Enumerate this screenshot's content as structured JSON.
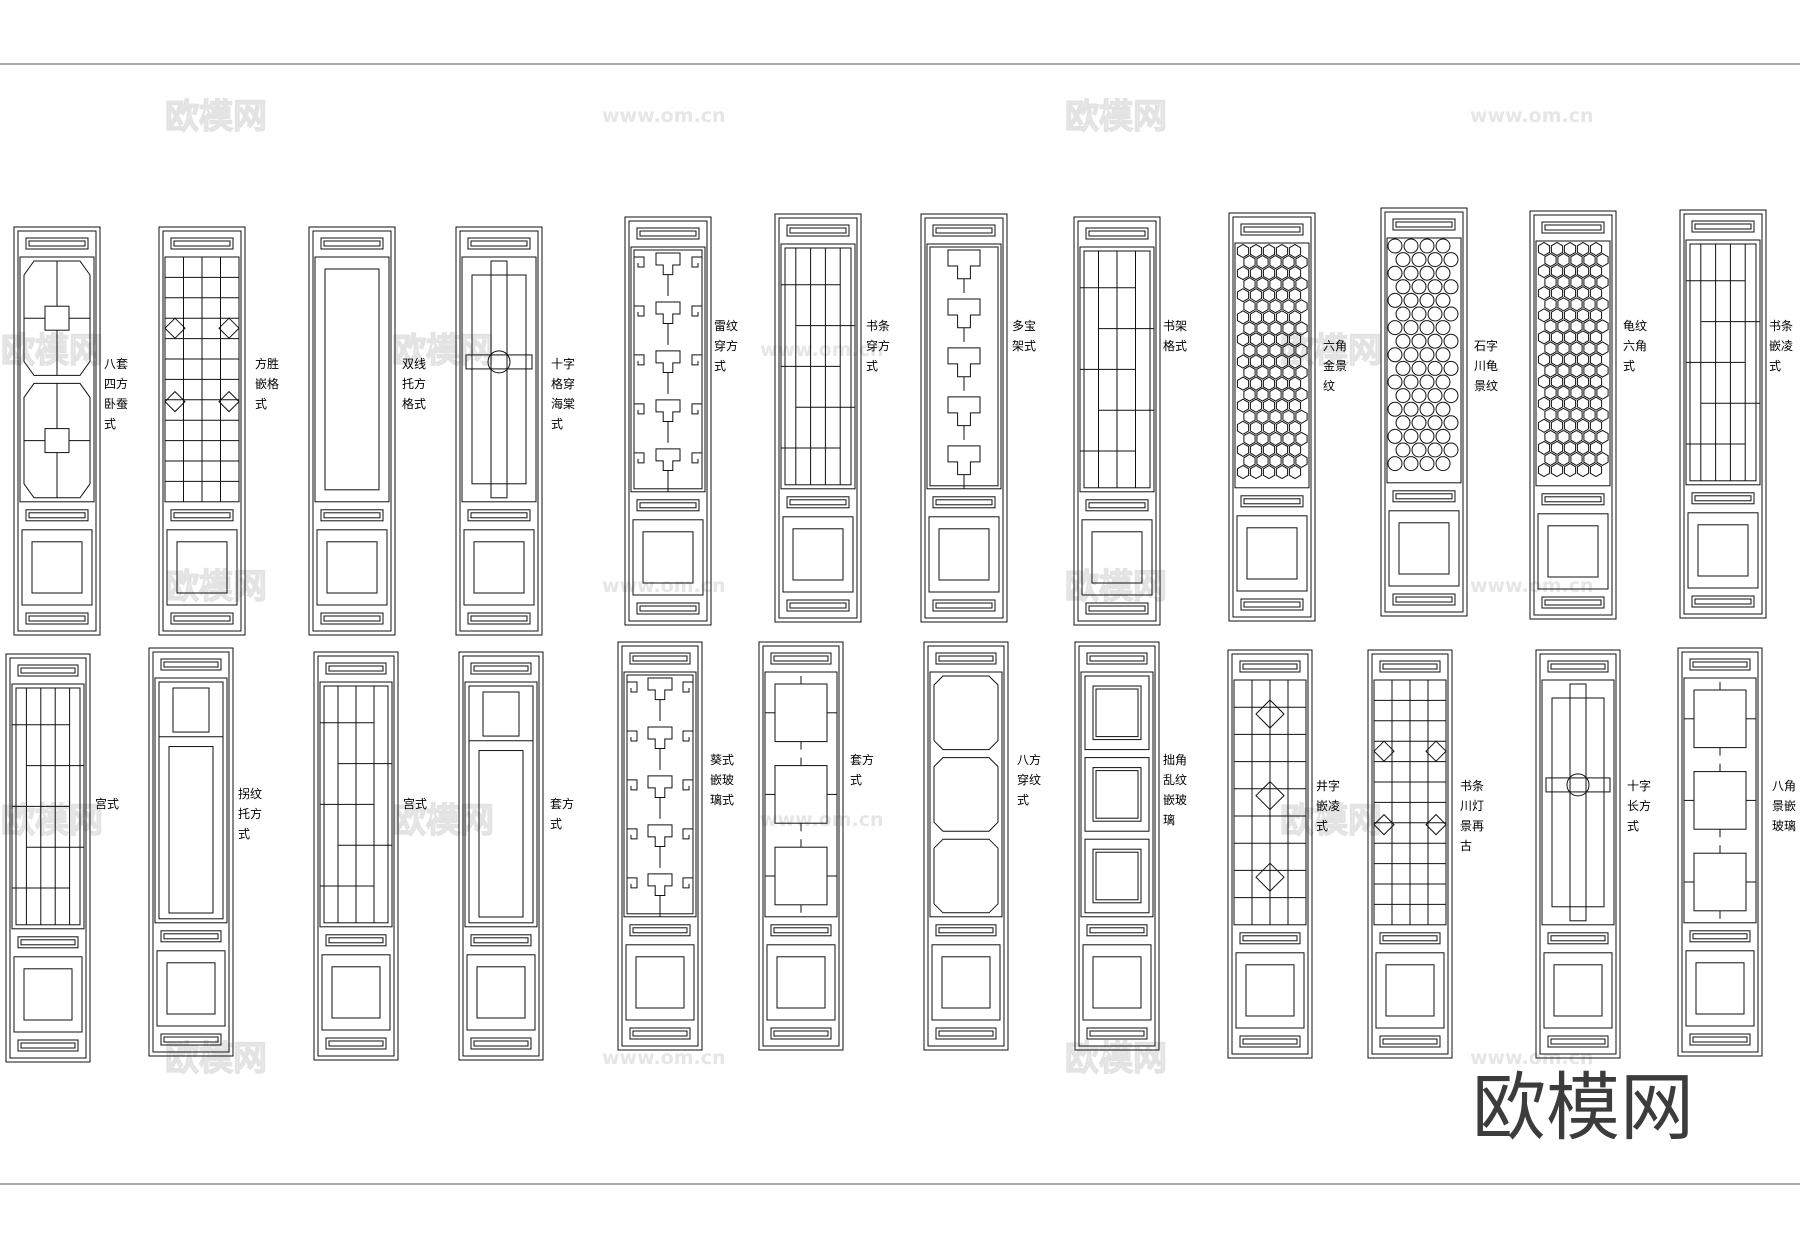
{
  "watermark": {
    "site_name": "欧模网",
    "url": "www.om.cn"
  },
  "logo_text": "欧模网",
  "panels": [
    {
      "id": 1,
      "style": "ring",
      "label": [
        "八套",
        "四方",
        "卧蚕",
        "式"
      ]
    },
    {
      "id": 2,
      "style": "grid",
      "label": [
        "方胜",
        "嵌格",
        "式"
      ]
    },
    {
      "id": 3,
      "style": "plain",
      "label": [
        "双线",
        "托方",
        "格式"
      ]
    },
    {
      "id": 4,
      "style": "cross",
      "label": [
        "十字",
        "格穿",
        "海棠",
        "式"
      ]
    },
    {
      "id": 5,
      "style": "meander",
      "label": [
        "雷纹",
        "穿方",
        "式"
      ]
    },
    {
      "id": 6,
      "style": "bars",
      "label": [
        "书条",
        "穿方",
        "式"
      ]
    },
    {
      "id": 7,
      "style": "steps",
      "label": [
        "多宝",
        "架式"
      ]
    },
    {
      "id": 8,
      "style": "shelf",
      "label": [
        "书架",
        "格式"
      ]
    },
    {
      "id": 9,
      "style": "hex",
      "label": [
        "六角",
        "金景",
        "纹"
      ]
    },
    {
      "id": 10,
      "style": "rings",
      "label": [
        "石字",
        "川龟",
        "景纹"
      ]
    },
    {
      "id": 11,
      "style": "hex",
      "label": [
        "龟纹",
        "六角",
        "式"
      ]
    },
    {
      "id": 12,
      "style": "bars",
      "label": [
        "书条",
        "嵌凌",
        "式"
      ]
    },
    {
      "id": 13,
      "style": "bars",
      "label": [
        "宫式"
      ]
    },
    {
      "id": 14,
      "style": "frame",
      "label": [
        "拐纹",
        "托方",
        "式"
      ]
    },
    {
      "id": 15,
      "style": "shelf",
      "label": [
        "宫式"
      ]
    },
    {
      "id": 16,
      "style": "frame",
      "label": [
        "套方",
        "式"
      ]
    },
    {
      "id": 17,
      "style": "meander",
      "label": [
        "葵式",
        "嵌玻",
        "璃式"
      ]
    },
    {
      "id": 18,
      "style": "boxes",
      "label": [
        "套方",
        "式"
      ]
    },
    {
      "id": 19,
      "style": "octagon",
      "label": [
        "八方",
        "穿纹",
        "式"
      ]
    },
    {
      "id": 20,
      "style": "ornate",
      "label": [
        "拙角",
        "乱纹",
        "嵌玻",
        "璃"
      ]
    },
    {
      "id": 21,
      "style": "lattice",
      "label": [
        "井字",
        "嵌凌",
        "式"
      ]
    },
    {
      "id": 22,
      "style": "grid",
      "label": [
        "书条",
        "川灯",
        "景再",
        "古"
      ]
    },
    {
      "id": 23,
      "style": "cross",
      "label": [
        "十字",
        "长方",
        "式"
      ]
    },
    {
      "id": 24,
      "style": "boxes",
      "label": [
        "八角",
        "景嵌",
        "玻璃"
      ]
    }
  ]
}
